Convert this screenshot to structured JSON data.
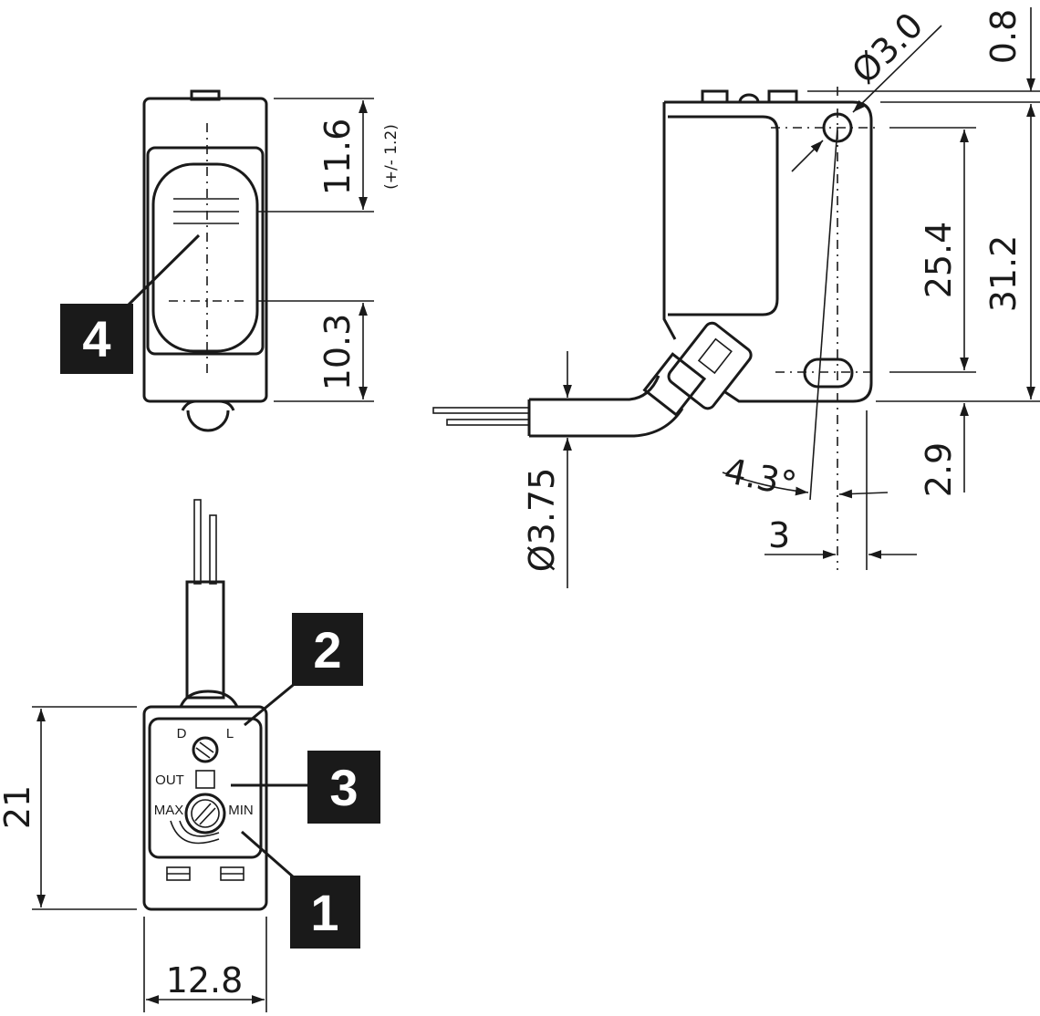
{
  "front_view": {
    "dim_top": "11.6",
    "dim_top_tolerance": "(+/- 1.2)",
    "dim_bottom": "10.3",
    "callout": "4"
  },
  "side_view": {
    "hole_diameter": "Ø3.0",
    "dim_top_offset": "0.8",
    "dim_hole_spacing": "25.4",
    "dim_height": "31.2",
    "dim_bottom_offset": "2.9",
    "angle": "4.3°",
    "dim_slot_offset": "3",
    "cable_diameter": "Ø3.75"
  },
  "bottom_view": {
    "height": "21",
    "width": "12.8",
    "label_d": "D",
    "label_l": "L",
    "label_out": "OUT",
    "label_max": "MAX",
    "label_min": "MIN",
    "callouts": [
      "1",
      "2",
      "3"
    ]
  }
}
